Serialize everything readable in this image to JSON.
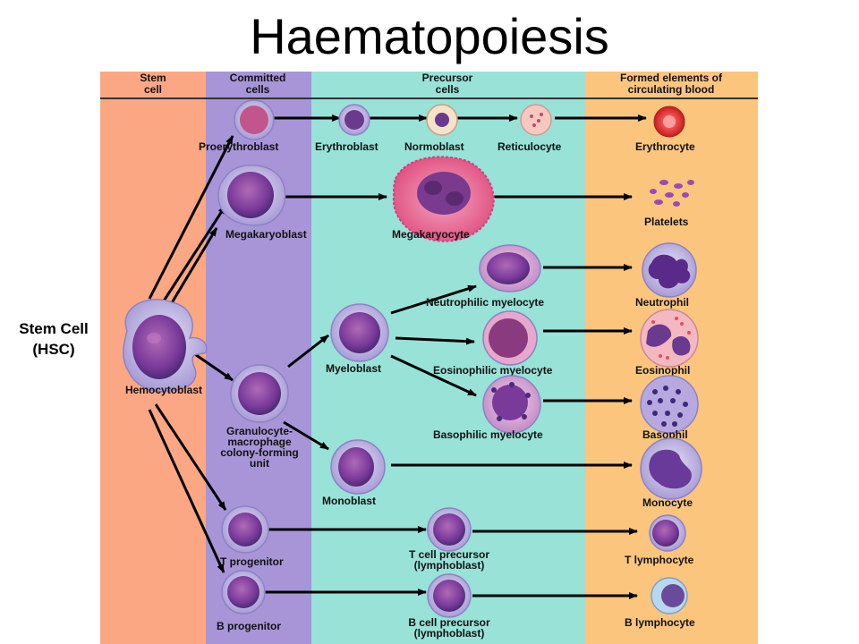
{
  "title": "Haematopoiesis",
  "side_label": {
    "line1": "Stem Cell",
    "line2": "(HSC)"
  },
  "columns": [
    {
      "line1": "Stem",
      "line2": "cell",
      "color": "#fca783"
    },
    {
      "line1": "Committed",
      "line2": "cells",
      "color": "#a795d8"
    },
    {
      "line1": "Precursor",
      "line2": "cells",
      "color": "#98e2d8"
    },
    {
      "line1": "Formed elements of",
      "line2": "circulating blood",
      "color": "#fbc57e"
    }
  ],
  "cells": {
    "hemocytoblast": "Hemocytoblast",
    "proerythroblast": "Proerythroblast",
    "erythroblast": "Erythroblast",
    "normoblast": "Normoblast",
    "reticulocyte": "Reticulocyte",
    "erythrocyte": "Erythrocyte",
    "megakaryoblast": "Megakaryoblast",
    "megakaryocyte": "Megakaryocyte",
    "platelets": "Platelets",
    "neutrophilic_myelocyte": "Neutrophilic myelocyte",
    "neutrophil": "Neutrophil",
    "myeloblast": "Myeloblast",
    "eosinophilic_myelocyte": "Eosinophilic myelocyte",
    "eosinophil": "Eosinophil",
    "basophilic_myelocyte": "Basophilic myelocyte",
    "basophil": "Basophil",
    "gm_cfu": [
      "Granulocyte-",
      "macrophage",
      "colony-forming",
      "unit"
    ],
    "monoblast": "Monoblast",
    "monocyte": "Monocyte",
    "t_progenitor": "T progenitor",
    "t_precursor": [
      "T cell precursor",
      "(lymphoblast)"
    ],
    "t_lymphocyte": "T lymphocyte",
    "b_progenitor": "B progenitor",
    "b_precursor": [
      "B cell precursor",
      "(lymphoblast)"
    ],
    "b_lymphocyte": "B lymphocyte"
  },
  "colors": {
    "nucleus": "#6a3a8e",
    "membrane": "#c9c2e6",
    "cytoplasm": "#d9a6d6",
    "erythrocyte": "#e23a3a",
    "megakaryocyte_cytoplasm": "#f07aa8",
    "eosinophil_granules": "#e84a5a",
    "arrow": "#000000"
  }
}
